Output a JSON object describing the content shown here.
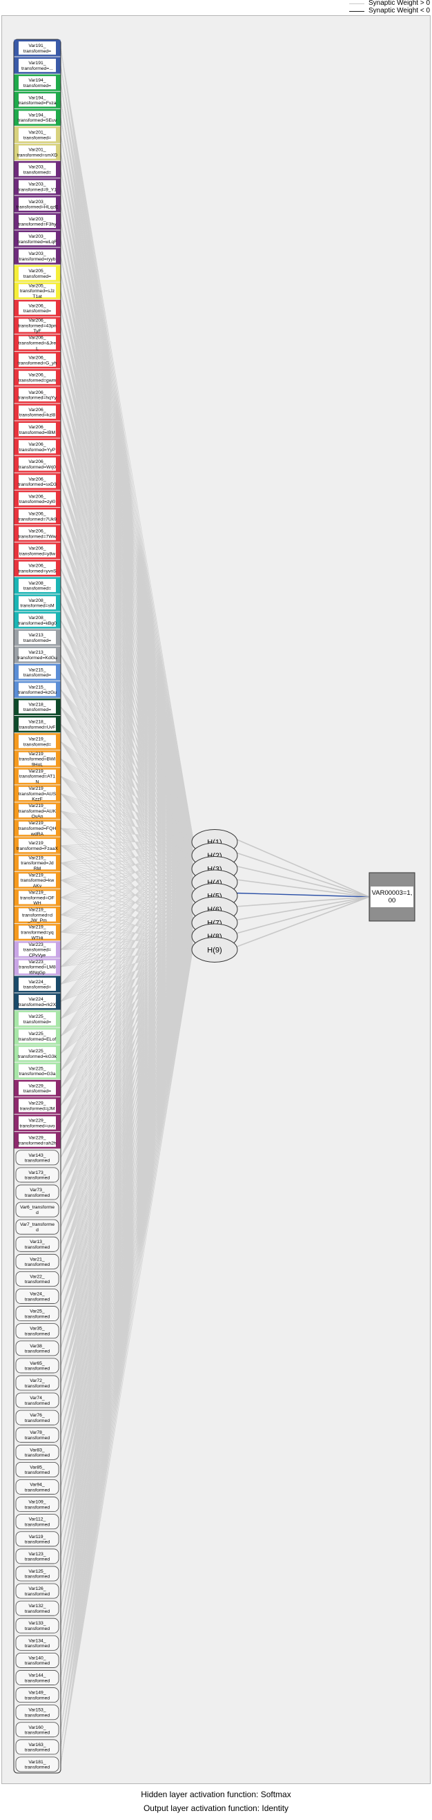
{
  "legend": {
    "positive": "Synaptic Weight > 0",
    "negative": "Synaptic Weight < 0",
    "positive_color": "#c8c8c8",
    "negative_color": "#1f1f1f"
  },
  "input_nodes": [
    {
      "lines": [
        "Var191_",
        "transformed="
      ],
      "color": "#3a5aa8"
    },
    {
      "lines": [
        "Var191_",
        "transformed=..."
      ],
      "color": "#3a5aa8"
    },
    {
      "lines": [
        "Var194_",
        "transformed="
      ],
      "color": "#1faa4b"
    },
    {
      "lines": [
        "Var194_",
        "transformed=Fvza"
      ],
      "color": "#1faa4b"
    },
    {
      "lines": [
        "Var194_",
        "transformed=SEuv"
      ],
      "color": "#1faa4b"
    },
    {
      "lines": [
        "Var201_",
        "transformed="
      ],
      "color": "#d8d27e"
    },
    {
      "lines": [
        "Var201_",
        "transformed=smXD"
      ],
      "color": "#d8d27e"
    },
    {
      "lines": [
        "Var203_",
        "transformed="
      ],
      "color": "#6e2b7c"
    },
    {
      "lines": [
        "Var203_",
        "transformed=9_Y1"
      ],
      "color": "#6e2b7c"
    },
    {
      "lines": [
        "Var203_",
        "transformed=HLqzE"
      ],
      "color": "#6e2b7c"
    },
    {
      "lines": [
        "Var203_",
        "transformed=F3hy"
      ],
      "color": "#6e2b7c"
    },
    {
      "lines": [
        "Var203_",
        "transformed=wLqF"
      ],
      "color": "#6e2b7c"
    },
    {
      "lines": [
        "Var203_",
        "transformed=ryyb"
      ],
      "color": "#6e2b7c"
    },
    {
      "lines": [
        "Var205_",
        "transformed="
      ],
      "color": "#f5ee3a"
    },
    {
      "lines": [
        "Var205_",
        "transformed=sJz",
        "T1at"
      ],
      "color": "#f5ee3a"
    },
    {
      "lines": [
        "Var206_",
        "transformed="
      ],
      "color": "#e8343d"
    },
    {
      "lines": [
        "Var206_",
        "transformed=43pn",
        "TyF"
      ],
      "color": "#e8343d"
    },
    {
      "lines": [
        "Var206_",
        "transformed=&Jre",
        "L"
      ],
      "color": "#e8343d"
    },
    {
      "lines": [
        "Var206_",
        "transformed=G_yh"
      ],
      "color": "#e8343d"
    },
    {
      "lines": [
        "Var206_",
        "transformed=gwm"
      ],
      "color": "#e8343d"
    },
    {
      "lines": [
        "Var206_",
        "transformed=hqYy"
      ],
      "color": "#e8343d"
    },
    {
      "lines": [
        "Var206_",
        "transformed=kzl8"
      ],
      "color": "#e8343d"
    },
    {
      "lines": [
        "Var206_",
        "transformed=IBM"
      ],
      "color": "#e8343d"
    },
    {
      "lines": [
        "Var206_",
        "transformed=YyP"
      ],
      "color": "#e8343d"
    },
    {
      "lines": [
        "Var206_",
        "transformed=Wrj0"
      ],
      "color": "#e8343d"
    },
    {
      "lines": [
        "Var206_",
        "transformed=sxD3"
      ],
      "color": "#e8343d"
    },
    {
      "lines": [
        "Var206_",
        "transformed=zyl0"
      ],
      "color": "#e8343d"
    },
    {
      "lines": [
        "Var206_",
        "transformed=7Uk9"
      ],
      "color": "#e8343d"
    },
    {
      "lines": [
        "Var206_",
        "transformed=7Ww"
      ],
      "color": "#e8343d"
    },
    {
      "lines": [
        "Var206_",
        "transformed=y8w"
      ],
      "color": "#e8343d"
    },
    {
      "lines": [
        "Var206_",
        "transformed=yvnS"
      ],
      "color": "#e8343d"
    },
    {
      "lines": [
        "Var208_",
        "transformed="
      ],
      "color": "#1bb5b5"
    },
    {
      "lines": [
        "Var208_",
        "transformed=sM"
      ],
      "color": "#1bb5b5"
    },
    {
      "lines": [
        "Var208_",
        "transformed=kBg0"
      ],
      "color": "#1bb5b5"
    },
    {
      "lines": [
        "Var213_",
        "transformed="
      ],
      "color": "#9aa0a6"
    },
    {
      "lines": [
        "Var213_",
        "transformed=KdGu"
      ],
      "color": "#9aa0a6"
    },
    {
      "lines": [
        "Var215_",
        "transformed="
      ],
      "color": "#5b8ed6"
    },
    {
      "lines": [
        "Var215_",
        "transformed=kzGu"
      ],
      "color": "#5b8ed6"
    },
    {
      "lines": [
        "Var218_",
        "transformed="
      ],
      "color": "#0e4a2a"
    },
    {
      "lines": [
        "Var218_",
        "transformed=UvF"
      ],
      "color": "#0e4a2a"
    },
    {
      "lines": [
        "Var219_",
        "transformed="
      ],
      "color": "#f59a1f"
    },
    {
      "lines": [
        "Var219_",
        "transformed=BWI",
        "9HoL"
      ],
      "color": "#f59a1f"
    },
    {
      "lines": [
        "Var219_",
        "transformed=AT1",
        "N"
      ],
      "color": "#f59a1f"
    },
    {
      "lines": [
        "Var219_",
        "transformed=AUS",
        "KzzF"
      ],
      "color": "#f59a1f"
    },
    {
      "lines": [
        "Var219_",
        "transformed=AUK",
        "OvAn"
      ],
      "color": "#f59a1f"
    },
    {
      "lines": [
        "Var219_",
        "transformed=FQH",
        "wdRA"
      ],
      "color": "#f59a1f"
    },
    {
      "lines": [
        "Var219_",
        "transformed=FzaaX"
      ],
      "color": "#f59a1f"
    },
    {
      "lines": [
        "Var219_",
        "transformed=Jd",
        "RM"
      ],
      "color": "#f59a1f"
    },
    {
      "lines": [
        "Var219_",
        "transformed=kw",
        "AKv"
      ],
      "color": "#f59a1f"
    },
    {
      "lines": [
        "Var219_",
        "transformed=OF",
        "WH"
      ],
      "color": "#f59a1f"
    },
    {
      "lines": [
        "Var219_",
        "transformed=d",
        "_JW_Pm"
      ],
      "color": "#f59a1f"
    },
    {
      "lines": [
        "Var219_",
        "transformed=yq",
        "WTHi"
      ],
      "color": "#f59a1f"
    },
    {
      "lines": [
        "Var223_",
        "transformed=",
        "CPvVye"
      ],
      "color": "#c9a6e6"
    },
    {
      "lines": [
        "Var223_",
        "transformed=LM8",
        "t6NqGp"
      ],
      "color": "#c9a6e6"
    },
    {
      "lines": [
        "Var224_",
        "transformed="
      ],
      "color": "#1a4a6a"
    },
    {
      "lines": [
        "Var224_",
        "transformed=rk2X"
      ],
      "color": "#1a4a6a"
    },
    {
      "lines": [
        "Var225_",
        "transformed="
      ],
      "color": "#a8e6a8"
    },
    {
      "lines": [
        "Var225_",
        "transformed=ELof"
      ],
      "color": "#a8e6a8"
    },
    {
      "lines": [
        "Var225_",
        "transformed=kG3k"
      ],
      "color": "#a8e6a8"
    },
    {
      "lines": [
        "Var225_",
        "transformed=G3a"
      ],
      "color": "#a8e6a8"
    },
    {
      "lines": [
        "Var229_",
        "transformed="
      ],
      "color": "#8e2a6e"
    },
    {
      "lines": [
        "Var229_",
        "transformed=jJM"
      ],
      "color": "#8e2a6e"
    },
    {
      "lines": [
        "Var229_",
        "transformed=uvo"
      ],
      "color": "#8e2a6e"
    },
    {
      "lines": [
        "Var229_",
        "transformed=ah2h"
      ],
      "color": "#8e2a6e"
    },
    {
      "lines": [
        "Var143_",
        "transformed"
      ],
      "color": "#eeeeee"
    },
    {
      "lines": [
        "Var173_",
        "transformed"
      ],
      "color": "#eeeeee"
    },
    {
      "lines": [
        "Var73_",
        "transformed"
      ],
      "color": "#eeeeee"
    },
    {
      "lines": [
        "Var6_transforme",
        "d"
      ],
      "color": "#eeeeee"
    },
    {
      "lines": [
        "Var7_transforme",
        "d"
      ],
      "color": "#eeeeee"
    },
    {
      "lines": [
        "Var13_",
        "transformed"
      ],
      "color": "#eeeeee"
    },
    {
      "lines": [
        "Var21_",
        "transformed"
      ],
      "color": "#eeeeee"
    },
    {
      "lines": [
        "Var22_",
        "transformed"
      ],
      "color": "#eeeeee"
    },
    {
      "lines": [
        "Var24_",
        "transformed"
      ],
      "color": "#eeeeee"
    },
    {
      "lines": [
        "Var25_",
        "transformed"
      ],
      "color": "#eeeeee"
    },
    {
      "lines": [
        "Var35_",
        "transformed"
      ],
      "color": "#eeeeee"
    },
    {
      "lines": [
        "Var38_",
        "transformed"
      ],
      "color": "#eeeeee"
    },
    {
      "lines": [
        "Var65_",
        "transformed"
      ],
      "color": "#eeeeee"
    },
    {
      "lines": [
        "Var72_",
        "transformed"
      ],
      "color": "#eeeeee"
    },
    {
      "lines": [
        "Var74_",
        "transformed"
      ],
      "color": "#eeeeee"
    },
    {
      "lines": [
        "Var76_",
        "transformed"
      ],
      "color": "#eeeeee"
    },
    {
      "lines": [
        "Var78_",
        "transformed"
      ],
      "color": "#eeeeee"
    },
    {
      "lines": [
        "Var83_",
        "transformed"
      ],
      "color": "#eeeeee"
    },
    {
      "lines": [
        "Var85_",
        "transformed"
      ],
      "color": "#eeeeee"
    },
    {
      "lines": [
        "Var94_",
        "transformed"
      ],
      "color": "#eeeeee"
    },
    {
      "lines": [
        "Var109_",
        "transformed"
      ],
      "color": "#eeeeee"
    },
    {
      "lines": [
        "Var112_",
        "transformed"
      ],
      "color": "#eeeeee"
    },
    {
      "lines": [
        "Var119_",
        "transformed"
      ],
      "color": "#eeeeee"
    },
    {
      "lines": [
        "Var123_",
        "transformed"
      ],
      "color": "#eeeeee"
    },
    {
      "lines": [
        "Var125_",
        "transformed"
      ],
      "color": "#eeeeee"
    },
    {
      "lines": [
        "Var126_",
        "transformed"
      ],
      "color": "#eeeeee"
    },
    {
      "lines": [
        "Var132_",
        "transformed"
      ],
      "color": "#eeeeee"
    },
    {
      "lines": [
        "Var133_",
        "transformed"
      ],
      "color": "#eeeeee"
    },
    {
      "lines": [
        "Var134_",
        "transformed"
      ],
      "color": "#eeeeee"
    },
    {
      "lines": [
        "Var140_",
        "transformed"
      ],
      "color": "#eeeeee"
    },
    {
      "lines": [
        "Var144_",
        "transformed"
      ],
      "color": "#eeeeee"
    },
    {
      "lines": [
        "Var149_",
        "transformed"
      ],
      "color": "#eeeeee"
    },
    {
      "lines": [
        "Var153_",
        "transformed"
      ],
      "color": "#eeeeee"
    },
    {
      "lines": [
        "Var160_",
        "transformed"
      ],
      "color": "#eeeeee"
    },
    {
      "lines": [
        "Var163_",
        "transformed"
      ],
      "color": "#eeeeee"
    },
    {
      "lines": [
        "Var181_",
        "transformed"
      ],
      "color": "#eeeeee"
    }
  ],
  "hidden_nodes": [
    "H(1)",
    "H(2)",
    "H(3)",
    "H(4)",
    "H(5)",
    "H(6)",
    "H(7)",
    "H(8)",
    "H(9)"
  ],
  "output_node": {
    "lines": [
      "VAR00003=1,",
      "00"
    ]
  },
  "output_connections": [
    {
      "from": "H(1)",
      "sign": "positive"
    },
    {
      "from": "H(2)",
      "sign": "positive"
    },
    {
      "from": "H(3)",
      "sign": "positive"
    },
    {
      "from": "H(4)",
      "sign": "positive"
    },
    {
      "from": "H(5)",
      "sign": "negative",
      "color": "#2a4fa6"
    },
    {
      "from": "H(6)",
      "sign": "positive"
    },
    {
      "from": "H(7)",
      "sign": "positive"
    },
    {
      "from": "H(8)",
      "sign": "positive"
    },
    {
      "from": "H(9)",
      "sign": "positive"
    }
  ],
  "footer": {
    "hidden_activation": "Hidden layer activation function: Softmax",
    "output_activation": "Output layer activation function: Identity"
  }
}
